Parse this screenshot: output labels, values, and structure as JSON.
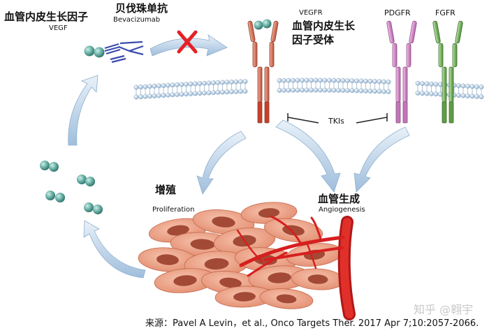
{
  "labels": {
    "vegf_cn": "血管内皮生长因子",
    "vegf_en": "VEGF",
    "bev_cn": "贝伐珠单抗",
    "bev_en": "Bevacizumab",
    "vegfr_en": "VEGFR",
    "vegfr_cn_1": "血管内皮生长",
    "vegfr_cn_2": "因子受体",
    "pdgfr": "PDGFR",
    "fgfr": "FGFR",
    "tkis": "TKIs",
    "prolif_cn": "增殖",
    "prolif_en": "Proliferation",
    "angio_cn": "血管生成",
    "angio_en": "Angiogenesis"
  },
  "watermark": "知乎 @翱宇",
  "citation": "来源：Pavel A Levin，et al., Onco Targets Ther. 2017 Apr 7;10:2057-2066.",
  "colors": {
    "vegf_ball": "#5aa59a",
    "antibody": "#3b4bb0",
    "vegfr_receptor": "#d67860",
    "pdgfr_receptor": "#d48ac8",
    "fgfr_receptor": "#78b65f",
    "membrane": "#a9c3dc",
    "blocked_x": "#e42127",
    "arrow": "#bcd3e8",
    "cell": "#efa58a",
    "nucleus": "#a34a36",
    "vessel": "#d61f1f"
  }
}
